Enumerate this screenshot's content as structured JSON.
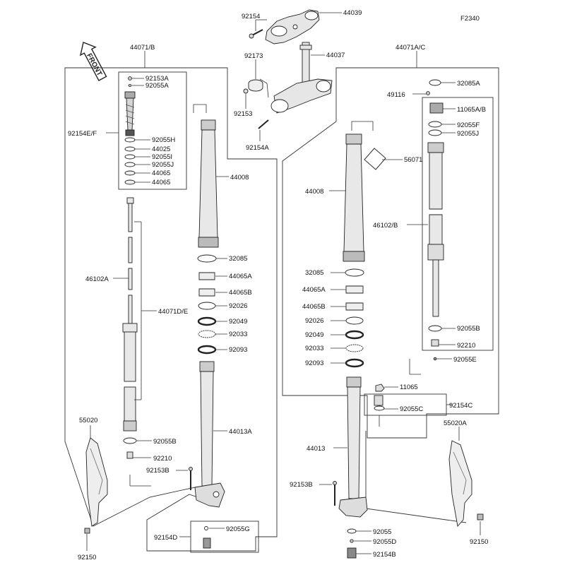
{
  "figure_code": "F2340",
  "front_label": "FRONT",
  "labels": {
    "p92154_top": "92154",
    "p44039": "44039",
    "p92173": "92173",
    "p44037": "44037",
    "p92153_mid": "92153",
    "p92154A": "92154A",
    "p44071B": "44071/B",
    "p44071AC": "44071A/C",
    "l92153A": "92153A",
    "l92055A": "92055A",
    "l92154EF": "92154E/F",
    "l92055H": "92055H",
    "l44025": "44025",
    "l92055I": "92055I",
    "l92055J": "92055J",
    "l44065a": "44065",
    "l44065b": "44065",
    "l44008": "44008",
    "l32085": "32085",
    "l44065A": "44065A",
    "l44065B": "44065B",
    "l92026": "92026",
    "l92049": "92049",
    "l92033": "92033",
    "l92093": "92093",
    "l46102A": "46102A",
    "l44071DE": "44071D/E",
    "l44013A": "44013A",
    "l92055B": "92055B",
    "l92210": "92210",
    "l92153B": "92153B",
    "l55020": "55020",
    "l92154D": "92154D",
    "l92055G": "92055G",
    "l92150": "92150",
    "r32085A": "32085A",
    "r49116": "49116",
    "r11065AB": "11065A/B",
    "r92055F": "92055F",
    "r92055J": "92055J",
    "r56071": "56071",
    "r44008": "44008",
    "r46102B": "46102/B",
    "r32085": "32085",
    "r44065A": "44065A",
    "r44065B": "44065B",
    "r92026": "92026",
    "r92049": "92049",
    "r92033": "92033",
    "r92093": "92093",
    "r92055B": "92055B",
    "r92210": "92210",
    "r92055E": "92055E",
    "r11065": "11065",
    "r92154C": "92154C",
    "r92055C": "92055C",
    "r55020A": "55020A",
    "r44013": "44013",
    "r92153B": "92153B",
    "r92055": "92055",
    "r92055D": "92055D",
    "r92154B": "92154B",
    "r92150": "92150"
  }
}
